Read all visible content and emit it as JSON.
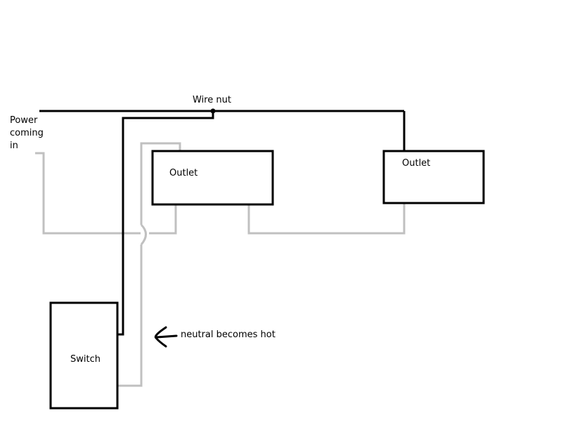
{
  "labels": {
    "power_lines": [
      "Power",
      "coming",
      "in"
    ],
    "wire_nut": "Wire nut",
    "outlet_1": "Outlet",
    "outlet_2": "Outlet",
    "switch": "Switch",
    "annotation": "neutral becomes hot"
  },
  "colors": {
    "hot_wire": "#000000",
    "neutral_wire": "#c0c0c0",
    "box_outline": "#000000",
    "background": "#ffffff"
  },
  "icons": {
    "annotation_pointer": "left-arrow-icon",
    "junction": "wire-nut-dot"
  }
}
